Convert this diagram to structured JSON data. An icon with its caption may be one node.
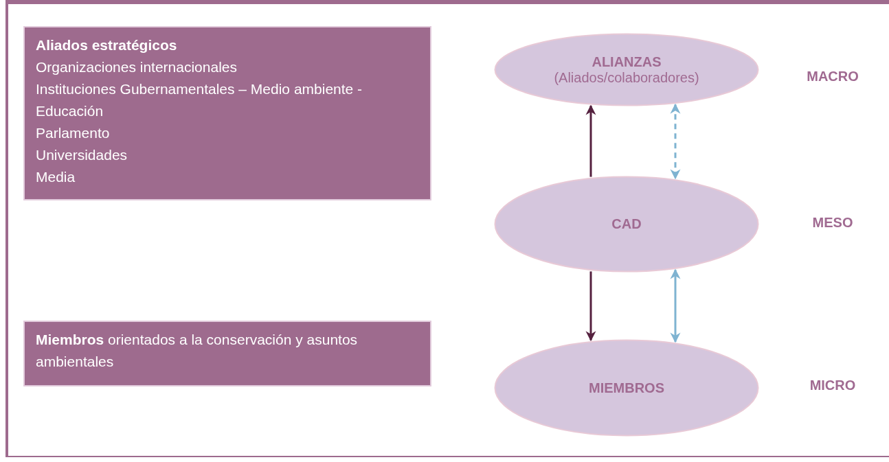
{
  "diagram": {
    "nodes": [
      {
        "text": [
          "Aliados estratégicos",
          "Organizaciones internacionales",
          "Instituciones Gubernamentales – Medio ambiente - Educación",
          "Parlamento",
          "Universidades",
          "Media"
        ]
      },
      {
        "text": [
          "ALIANZAS",
          "(Aliados/colaboradores)"
        ]
      },
      {
        "text": [
          "CAD"
        ]
      },
      {
        "text": [
          "**Miembros** orientados a la conservación y asuntos ambientales"
        ]
      },
      {
        "text": [
          "MIEMBROS"
        ]
      }
    ],
    "edges": [
      {
        "from": 2,
        "to": 1,
        "arrow": "to",
        "color": "#55213f"
      },
      {
        "from": 1,
        "to": 2,
        "arrow": "both",
        "style": "dashed",
        "color": "#7fb3d1"
      },
      {
        "from": 2,
        "to": 4,
        "arrow": "to",
        "color": "#55213f"
      },
      {
        "from": 2,
        "to": 4,
        "arrow": "both",
        "color": "#7fb3d1"
      }
    ],
    "labels": [
      "MACRO",
      "MESO",
      "MICRO"
    ]
  }
}
